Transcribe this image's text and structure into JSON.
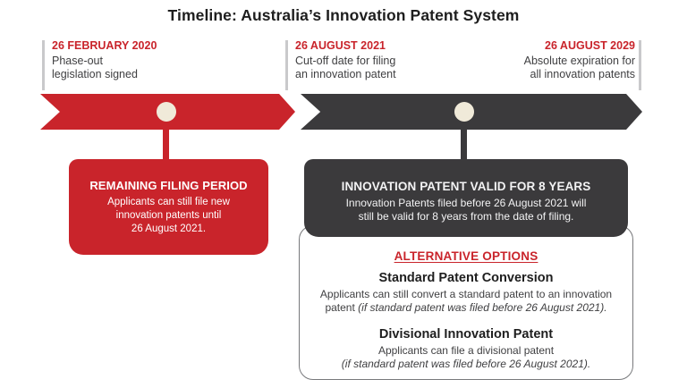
{
  "title": "Timeline: Australia’s Innovation Patent System",
  "colors": {
    "accent_red": "#c9242b",
    "dark_charcoal": "#3b3a3c",
    "node_cream": "#f0ead9",
    "tick_gray": "#c9c9cb",
    "body_text": "#3f3f41",
    "panel_border": "#77787b"
  },
  "timeline": {
    "milestones": [
      {
        "date": "26 FEBRUARY 2020",
        "line1": "Phase-out",
        "line2": "legislation signed"
      },
      {
        "date": "26 AUGUST 2021",
        "line1": "Cut-off date for filing",
        "line2": "an innovation patent"
      },
      {
        "date": "26 AUGUST 2029",
        "line1": "Absolute expiration for",
        "line2": "all innovation patents"
      }
    ]
  },
  "callouts": {
    "filing_period": {
      "title": "REMAINING FILING PERIOD",
      "line1": "Applicants can still file new",
      "line2": "innovation patents until",
      "line3": "26 August 2021."
    },
    "patent_valid": {
      "title": "INNOVATION PATENT VALID FOR 8 YEARS",
      "line1": "Innovation Patents filed before 26 August 2021 will",
      "line2": "still be valid for 8 years from the date of filing."
    }
  },
  "alternative_options": {
    "heading": "ALTERNATIVE OPTIONS",
    "options": [
      {
        "title": "Standard Patent Conversion",
        "body": "Applicants can still convert a standard patent to an innovation patent",
        "condition": "(if standard patent was filed before 26 August 2021)."
      },
      {
        "title": "Divisional Innovation Patent",
        "body": "Applicants can file a divisional patent",
        "condition": "(if standard patent was filed before 26 August 2021)."
      }
    ]
  }
}
